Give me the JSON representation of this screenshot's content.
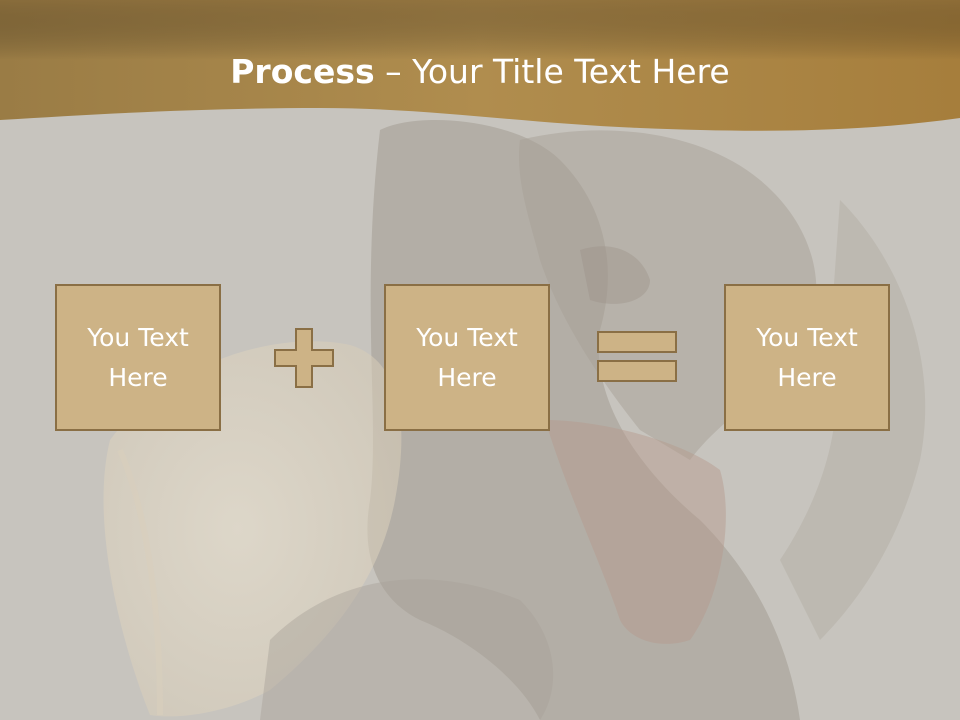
{
  "slide": {
    "title_bold": "Process",
    "title_dash": " – ",
    "title_rest": "Your Title Text Here"
  },
  "process": {
    "boxes": [
      {
        "text": "You Text Here"
      },
      {
        "text": "You Text Here"
      },
      {
        "text": "You Text Here"
      }
    ],
    "operators": [
      "plus-icon",
      "equals-icon"
    ]
  },
  "colors": {
    "header_band": "#a8843f",
    "box_fill": "#cdb386",
    "box_border": "#8a6f45",
    "title_text": "#ffffff",
    "background": "#c9c6c0"
  }
}
